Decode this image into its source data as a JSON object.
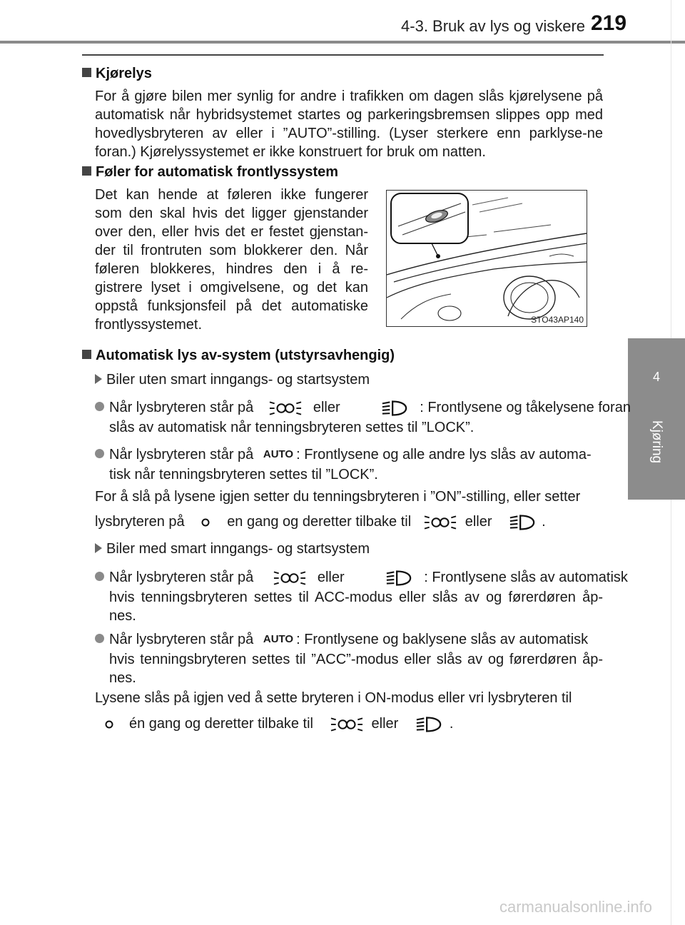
{
  "header": {
    "section": "4-3. Bruk av lys og viskere",
    "page_number": "219"
  },
  "side_tab": {
    "chapter_number": "4",
    "chapter_title": "Kjøring"
  },
  "sections": {
    "kjorelys": {
      "heading": "Kjørelys",
      "body": "For å gjøre bilen mer synlig for andre i trafikken om dagen slås kjørelysene på automatisk når hybridsystemet startes og parkeringsbremsen slippes opp med hovedlysbryteren av eller i ”AUTO”-stilling. (Lyser sterkere enn parklyse-ne foran.) Kjørelyssystemet er ikke konstruert for bruk om natten."
    },
    "foler": {
      "heading": "Føler for automatisk frontlyssystem",
      "body": "Det kan hende at føleren ikke fungerer som den skal hvis det ligger gjenstander over den, eller hvis det er festet gjenstan-der til frontruten som blokkerer den. Når føleren blokkeres, hindres den i å re-gistrere lyset i omgivelsene, og det kan oppstå funksjonsfeil på det automatiske frontlyssystemet.",
      "figure_code": "STO43AP140"
    },
    "auto_off": {
      "heading": "Automatisk lys av-system (utstyrsavhengig)",
      "group1": {
        "title": "Biler uten smart inngangs- og startsystem",
        "b1_pre": "Når lysbryteren står på",
        "b1_mid": "eller",
        "b1_post": ": Frontlysene og tåkelysene foran",
        "b1_line2": "slås av automatisk når tenningsbryteren settes til ”LOCK”.",
        "b2_pre": "Når lysbryteren står på",
        "b2_post": ": Frontlysene og alle andre lys slås av automa-",
        "b2_line2": "tisk når tenningsbryteren settes til ”LOCK”.",
        "note_line1": "For å slå på lysene igjen setter du tenningsbryteren i ”ON”-stilling, eller setter",
        "note_pre": "lysbryteren på",
        "note_mid1": "en gang og deretter tilbake til",
        "note_mid2": "eller",
        "note_end": "."
      },
      "group2": {
        "title": "Biler med smart inngangs- og startsystem",
        "b1_pre": "Når lysbryteren står på",
        "b1_mid": "eller",
        "b1_post": ": Frontlysene slås av automatisk",
        "b1_rest": "hvis tenningsbryteren settes til ACC-modus eller slås av og førerdøren åp-nes.",
        "b2_pre": "Når lysbryteren står på",
        "b2_post": ": Frontlysene og baklysene slås av automatisk",
        "b2_rest": "hvis tenningsbryteren settes til ”ACC”-modus eller slås av og førerdøren åp-nes.",
        "note_line1": "Lysene slås på igjen ved å sette bryteren i ON-modus eller vri lysbryteren til",
        "note_mid1": "én gang og deretter tilbake til",
        "note_mid2": "eller",
        "note_end": "."
      },
      "auto_label": "AUTO"
    }
  },
  "footer": {
    "watermark": "carmanualsonline.info"
  },
  "icons": {
    "tail_lights": "tail-light-icon",
    "headlights": "headlight-icon",
    "auto": "auto-icon",
    "off": "off-circle-icon"
  },
  "colors": {
    "header_rule": "#8a8a8a",
    "side_tab": "#8c8c8c",
    "bullet": "#8a8a8a"
  }
}
